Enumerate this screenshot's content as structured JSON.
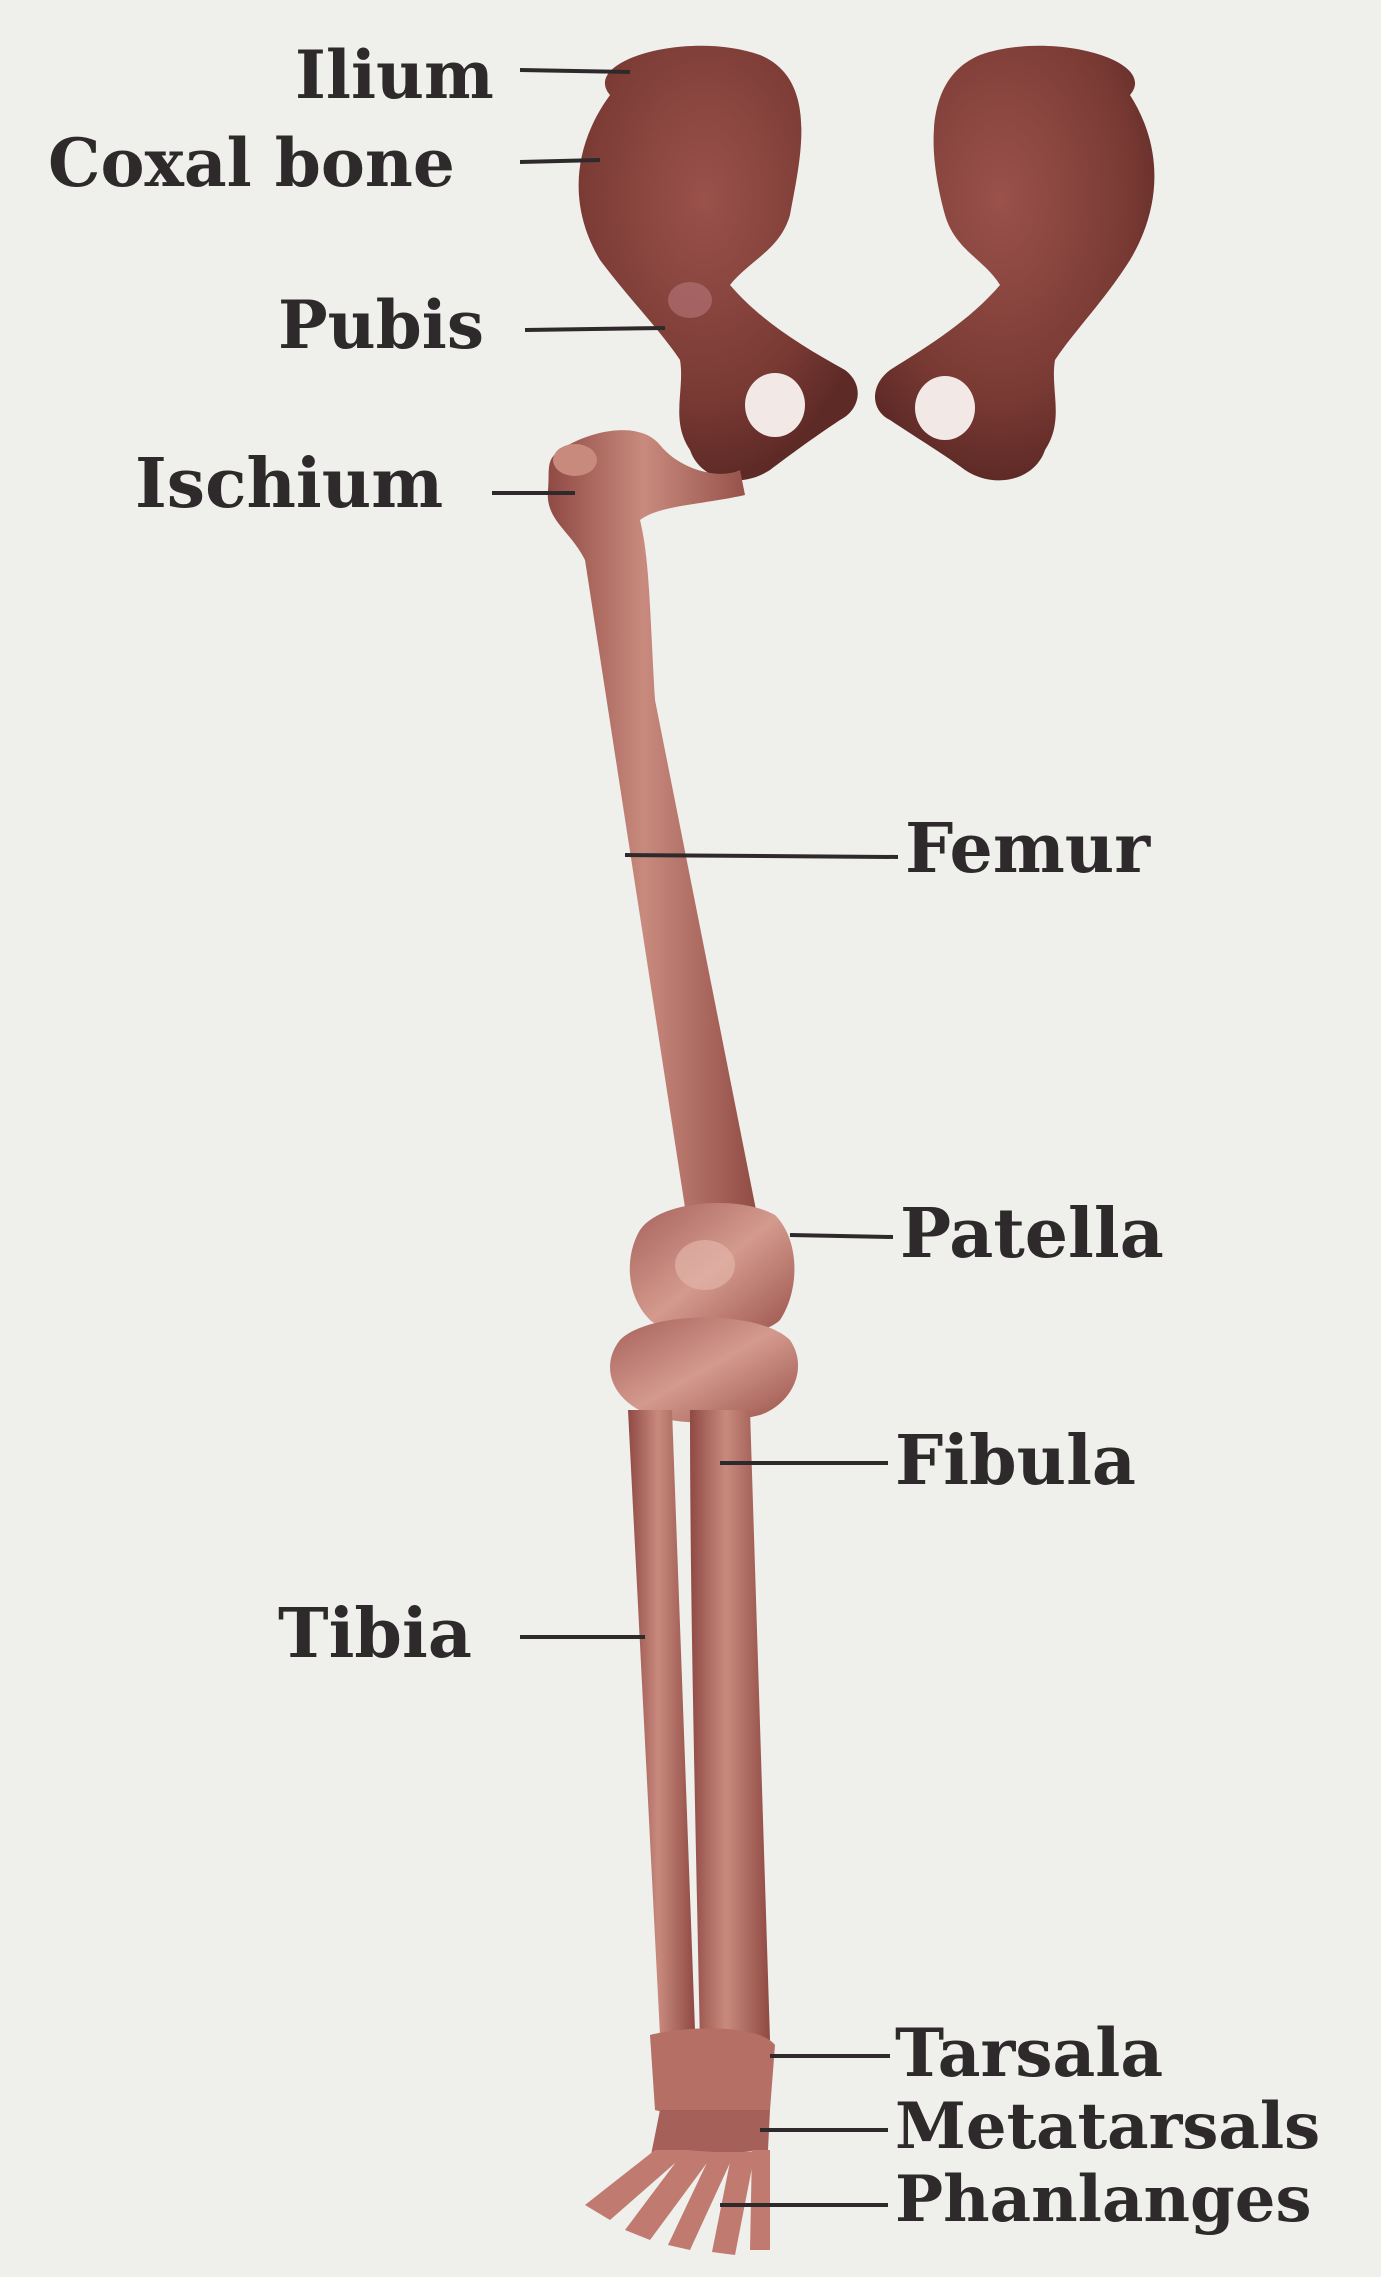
{
  "labels": {
    "ilium": "Ilium",
    "coxal_bone": "Coxal bone",
    "pubis": "Pubis",
    "ischium": "Ischium",
    "femur": "Femur",
    "patella": "Patella",
    "fibula": "Fibula",
    "tibia": "Tibia",
    "tarsala": "Tarsala",
    "metatarsals": "Metatarsals",
    "phalanges": "Phanlanges"
  },
  "colors": {
    "background": "#efefec",
    "bone_dark": "#7a3a34",
    "bone_mid": "#a5605a",
    "bone_light": "#c98a7e",
    "text": "#2e2a2b"
  }
}
